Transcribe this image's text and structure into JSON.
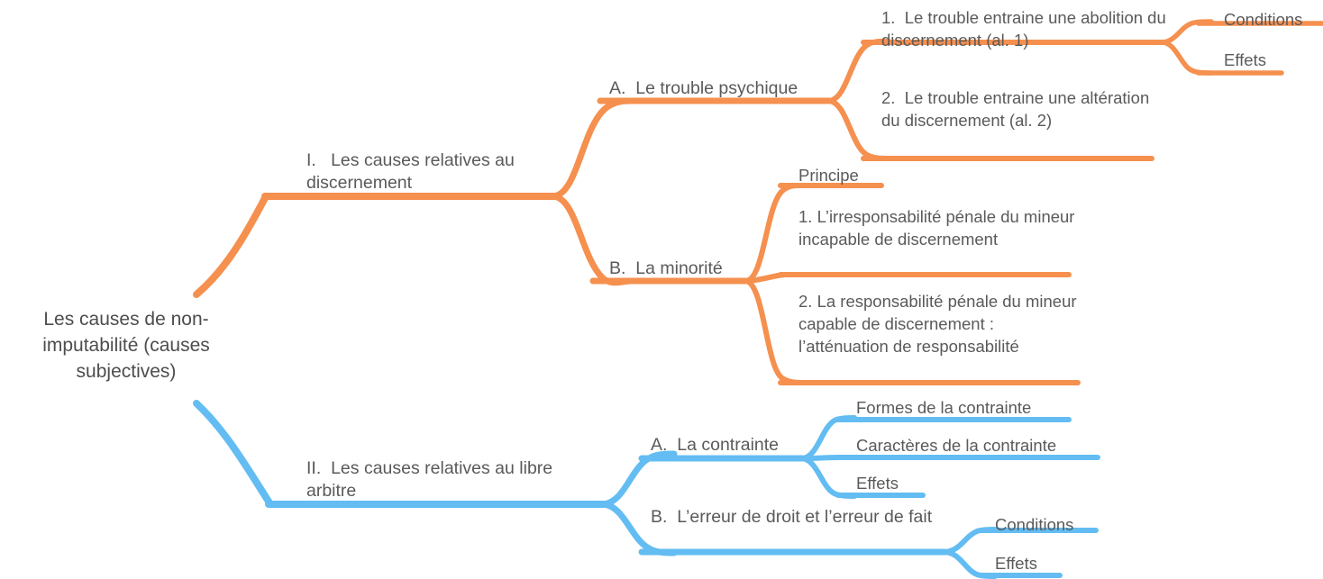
{
  "diagram": {
    "type": "mind-map",
    "title": "Les causes de non-imputabilité (causes subjectives)",
    "colors": {
      "branch_orange": "#f5904f",
      "branch_blue": "#63bdf2",
      "text_gray": "#5a5a5a",
      "background": "#ffffff"
    }
  },
  "root": {
    "label": "Les causes de non-imputabilité (causes subjectives)"
  },
  "branches": [
    {
      "id": "branch-1",
      "color": "#f5904f",
      "label": "I.   Les causes relatives au discernement",
      "children": [
        {
          "id": "branch-1-a",
          "label": "A.  Le trouble psychique",
          "children": [
            {
              "id": "branch-1-a-1",
              "label": "1.  Le trouble entraine une abolition du discernement (al. 1)",
              "children": [
                {
                  "id": "branch-1-a-1-conditions",
                  "label": "Conditions"
                },
                {
                  "id": "branch-1-a-1-effets",
                  "label": "Effets"
                }
              ]
            },
            {
              "id": "branch-1-a-2",
              "label": "2.  Le trouble entraine une altération du discernement (al. 2)",
              "children": []
            }
          ]
        },
        {
          "id": "branch-1-b",
          "label": "B.  La minorité",
          "children": [
            {
              "id": "branch-1-b-principe",
              "label": "Principe",
              "children": []
            },
            {
              "id": "branch-1-b-1",
              "label": "1. L’irresponsabilité pénale du mineur incapable de discernement",
              "children": []
            },
            {
              "id": "branch-1-b-2",
              "label": "2. La responsabilité pénale du mineur capable de discernement : l’atténuation de responsabilité",
              "children": []
            }
          ]
        }
      ]
    },
    {
      "id": "branch-2",
      "color": "#63bdf2",
      "label": "II.  Les causes relatives au libre arbitre",
      "children": [
        {
          "id": "branch-2-a",
          "label": "A.  La contrainte",
          "children": [
            {
              "id": "branch-2-a-formes",
              "label": "Formes de la contrainte"
            },
            {
              "id": "branch-2-a-caracteres",
              "label": "Caractères de la contrainte"
            },
            {
              "id": "branch-2-a-effets",
              "label": "Effets"
            }
          ]
        },
        {
          "id": "branch-2-b",
          "label": "B.  L’erreur de droit et l’erreur de fait",
          "children": [
            {
              "id": "branch-2-b-conditions",
              "label": "Conditions"
            },
            {
              "id": "branch-2-b-effets",
              "label": "Effets"
            }
          ]
        }
      ]
    }
  ]
}
